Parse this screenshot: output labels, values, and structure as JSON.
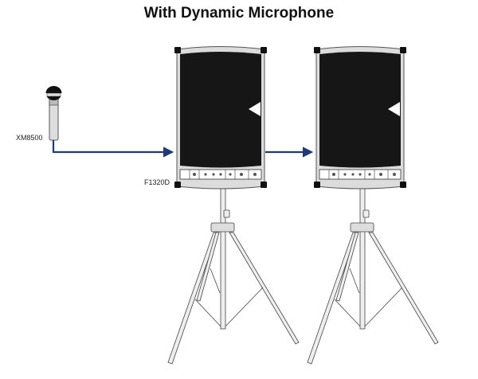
{
  "title": "With Dynamic Microphone",
  "labels": {
    "microphone": "XM8500",
    "speaker": "F1320D"
  },
  "colors": {
    "cable": "#1f3a7a",
    "speaker_grille": "#161616",
    "frame": "#d9d9d9"
  }
}
